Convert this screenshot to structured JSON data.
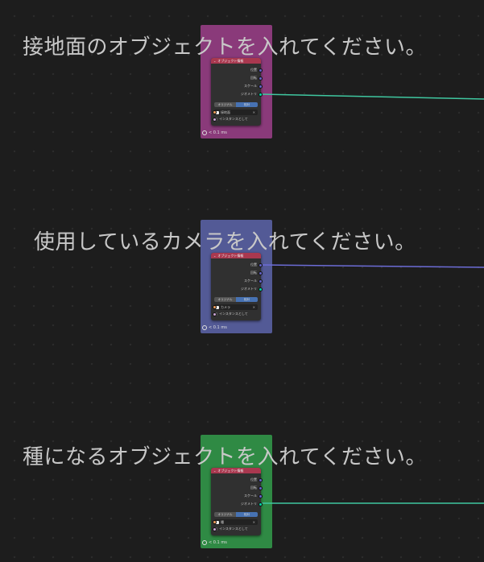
{
  "colors": {
    "frame_1": "#8a3a7a",
    "frame_2": "#535a96",
    "frame_3": "#2f8a44",
    "header": "#a9384f",
    "link_geometry": "#3fc7a0",
    "link_vector": "#6c6cd6",
    "socket_vector": "#6363c7",
    "socket_geometry": "#00d6a3",
    "socket_object": "#ed9e5c",
    "toggle_active": "#4772b3"
  },
  "frames": [
    {
      "label": "接地面のオブジェクトを入れてください。",
      "node": {
        "title": "オブジェクト情報",
        "outputs": [
          "位置",
          "回転",
          "スケール",
          "ジオメトリ"
        ],
        "toggle": {
          "original": "オリジナル",
          "relative": "相対"
        },
        "object_field": "接地面",
        "as_instance": "インスタンスとして"
      },
      "timer": "< 0.1 ms"
    },
    {
      "label": "使用しているカメラを入れてください。",
      "node": {
        "title": "オブジェクト情報",
        "outputs": [
          "位置",
          "回転",
          "スケール",
          "ジオメトリ"
        ],
        "toggle": {
          "original": "オリジナル",
          "relative": "相対"
        },
        "object_field": "カメラ",
        "as_instance": "インスタンスとして"
      },
      "timer": "< 0.1 ms"
    },
    {
      "label": "種になるオブジェクトを入れてください。",
      "node": {
        "title": "オブジェクト情報",
        "outputs": [
          "位置",
          "回転",
          "スケール",
          "ジオメトリ"
        ],
        "toggle": {
          "original": "オリジナル",
          "relative": "相対"
        },
        "object_field": "種",
        "as_instance": "インスタンスとして"
      },
      "timer": "< 0.1 ms"
    }
  ],
  "icons": {
    "collapse": "chevron-down-icon",
    "timer": "clock-icon",
    "object": "object-icon",
    "clear": "close-icon"
  }
}
